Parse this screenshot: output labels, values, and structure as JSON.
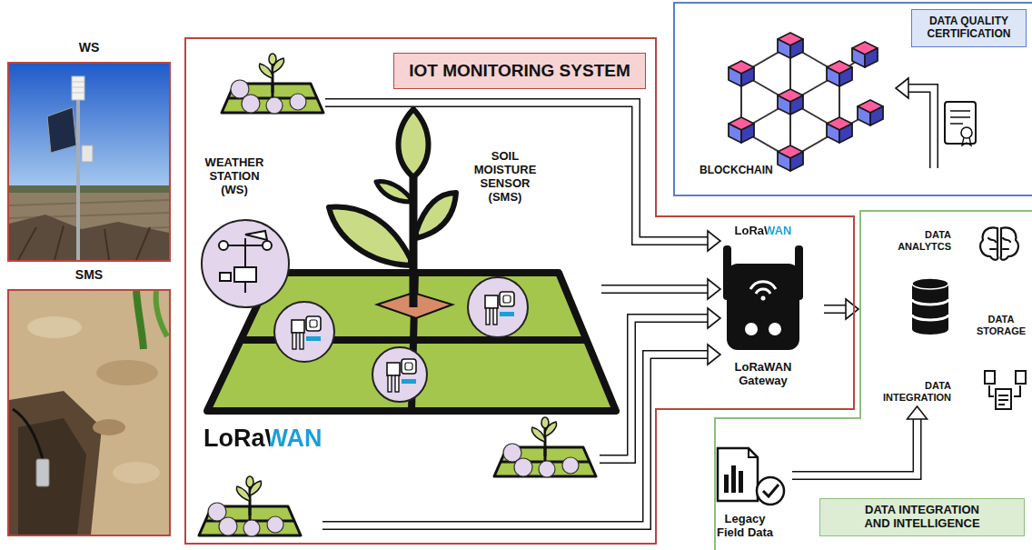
{
  "diagram": {
    "nodes": [
      {
        "text": [
          "WS"
        ]
      },
      {
        "text": [
          "SMS"
        ]
      },
      {
        "text": [
          "IOT MONITORING SYSTEM"
        ]
      },
      {
        "text": [
          "LoRaWAN",
          "LoRaWAN Gateway"
        ],
        "in": 2
      },
      {
        "text": [
          "DATA QUALITY CERTIFICATION",
          "BLOCKCHAIN"
        ]
      },
      {
        "text": [
          "DATA INTEGRATION AND INTELLIGENCE"
        ]
      },
      {
        "text": [
          "DATA ANALYTCS"
        ],
        "in": 5
      },
      {
        "text": [
          "DATA STORAGE"
        ],
        "in": 5
      },
      {
        "text": [
          "DATA INTEGRATION"
        ],
        "in": 5
      },
      {
        "text": [
          "Legacy Field Data"
        ],
        "in": 5
      }
    ],
    "edges": [
      {
        "from": 3,
        "to": 5,
        "arrow": "to"
      },
      {
        "from": 9,
        "to": 8,
        "arrow": "to"
      }
    ],
    "labels": [
      "WEATHER STATION (WS)",
      "SOIL MOISTURE SENSOR (SMS)",
      "LoRaWAN"
    ]
  }
}
